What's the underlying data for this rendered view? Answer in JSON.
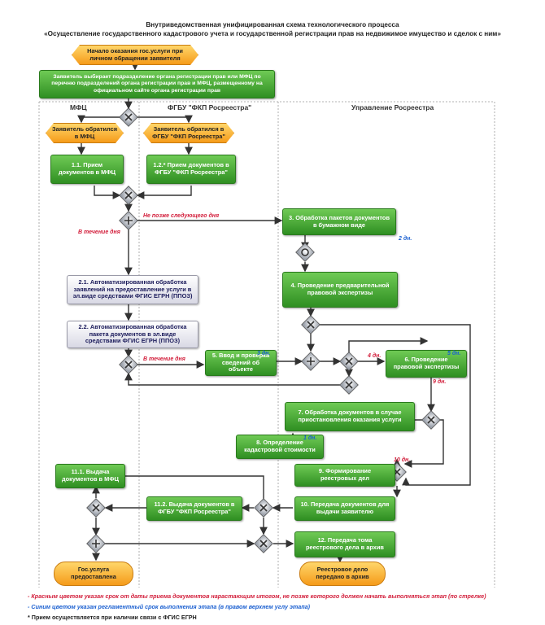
{
  "header": {
    "title_line1": "Внутриведомственная унифицированная схема технологического процесса",
    "title_line2": "«Осуществление государственного кадастрового учета и государственной регистрации прав на недвижимое имущество и сделок с ним»"
  },
  "lanes": {
    "mfc": "МФЦ",
    "fgbu": "ФГБУ \"ФКП Росреестра\"",
    "rosreestr": "Управление Росреестра"
  },
  "nodes": {
    "start": "Начало оказания гос.услуги при личном обращении заявителя",
    "choose": "Заявитель выбирает подразделение органа регистрации прав или МФЦ по перечню подразделений органа регистрации прав и МФЦ, размещенному на официальном сайте органа регистрации прав",
    "mfc_event": "Заявитель обратился в МФЦ",
    "fgbu_event": "Заявитель обратился в ФГБУ \"ФКП Росреестра\"",
    "s1_1": "1.1. Прием документов в МФЦ",
    "s1_2": "1.2.* Прием документов в ФГБУ \"ФКП Росреестра\"",
    "s3": "3. Обработка пакетов документов в бумажном виде",
    "s2_1": "2.1. Автоматизированная обработка заявлений на предоставление услуги в эл.виде средствами ФГИС ЕГРН (ППОЗ)",
    "s2_2": "2.2. Автоматизированная обработка пакета документов в эл.виде средствами ФГИС ЕГРН (ППОЗ)",
    "s4": "4. Проведение предварительной правовой экспертизы",
    "s5": "5. Ввод и проверка сведений об объекте",
    "s6": "6. Проведение правовой экспертизы",
    "s7": "7. Обработка документов в случае приостановления оказания услуги",
    "s8": "8. Определение кадастровой стоимости",
    "s9": "9. Формирование реестровых дел",
    "s10": "10. Передача документов для выдачи заявителю",
    "s11_1": "11.1. Выдача документов в МФЦ",
    "s11_2": "11.2. Выдача документов в ФГБУ \"ФКП Росреестра\"",
    "s12": "12. Передача тома реестрового дела в архив",
    "end1": "Гос.услуга предоставлена",
    "end2": "Реестровое дело передано в архив"
  },
  "durations": {
    "d3": "2 дн.",
    "d5": "3 дн.",
    "d6": "5 дн.",
    "d8": "1 дн."
  },
  "deadlines": {
    "next_day": "Не позже следующего дня",
    "same_day_1": "В течение дня",
    "same_day_2": "В течение дня",
    "days4": "4 дн.",
    "days9": "9 дн.",
    "days10": "10 дн."
  },
  "legend": {
    "red": "- Красным цветом указан срок от даты приема документов нарастающим итогом, не позже которого должен начать выполняться этап (по стрелке)",
    "blue": "- Синим цветом указан регламентный срок выполнения этапа (в правом верхнем углу этапа)",
    "footnote": "* Прием осуществляется при наличии связи с ФГИС ЕГРН"
  },
  "colors": {
    "task": "#3a9a2a",
    "event": "#f5a623",
    "deadline": "#d21d3a",
    "duration": "#1a5fd0"
  }
}
